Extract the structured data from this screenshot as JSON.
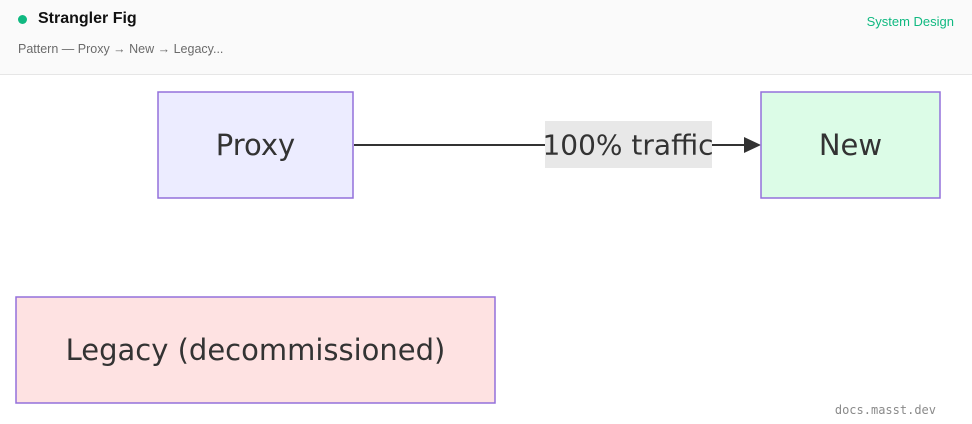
{
  "header": {
    "title": "Strangler Fig",
    "subtitle": "Pattern — Proxy → New → Legacy...",
    "category": "System Design",
    "status_color": "#10b981"
  },
  "diagram": {
    "nodes": [
      {
        "id": "proxy",
        "label": "Proxy",
        "fill": "#ececff",
        "stroke": "#9370db"
      },
      {
        "id": "new",
        "label": "New",
        "fill": "#dcfce7",
        "stroke": "#9370db"
      },
      {
        "id": "legacy",
        "label": "Legacy (decommissioned)",
        "fill": "#fee2e2",
        "stroke": "#9370db"
      }
    ],
    "edges": [
      {
        "from": "proxy",
        "to": "new",
        "label": "100% traffic",
        "label_bg": "#e8e8e8"
      }
    ]
  },
  "footer": {
    "watermark": "docs.masst.dev"
  }
}
